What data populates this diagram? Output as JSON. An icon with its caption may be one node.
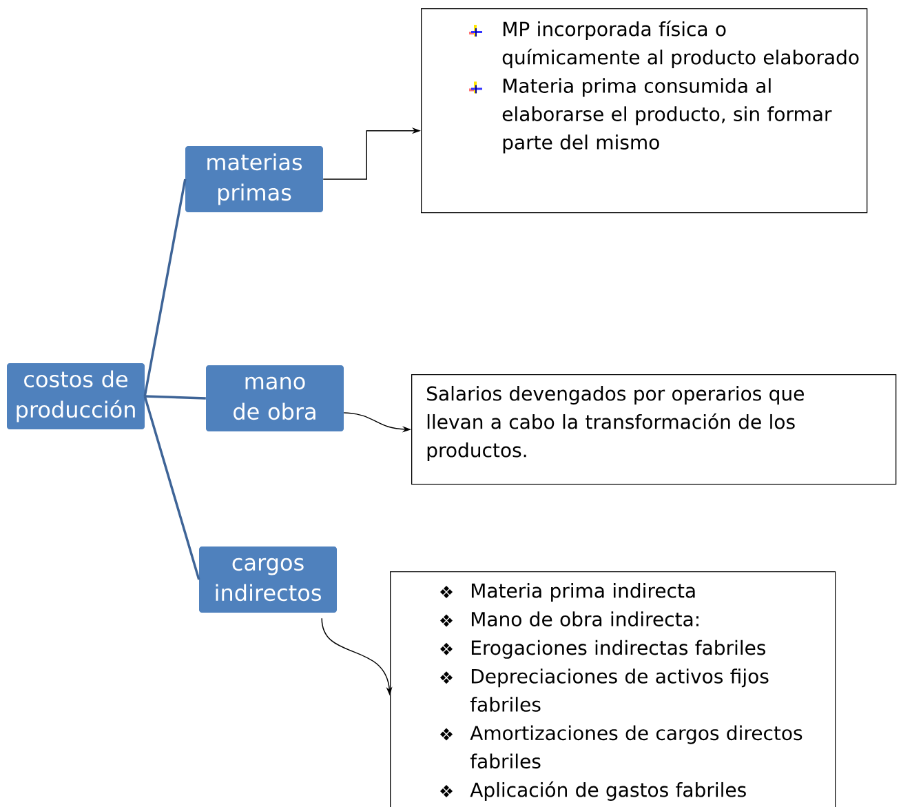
{
  "diagram": {
    "nodes": [
      {
        "text": [
          "costos de producción"
        ]
      },
      {
        "text": [
          "materias primas"
        ]
      },
      {
        "text": [
          "mano de obra"
        ]
      },
      {
        "text": [
          "cargos indirectos"
        ]
      },
      {
        "text": [
          "MP incorporada física o químicamente al producto elaborado",
          "Materia prima consumida al elaborarse el producto, sin formar parte del mismo"
        ]
      },
      {
        "text": [
          "Salarios devengados por operarios que llevan a cabo la transformación de los productos."
        ]
      },
      {
        "text": [
          "Materia prima indirecta",
          "Mano de obra indirecta:",
          "Erogaciones indirectas fabriles",
          "Depreciaciones de activos fijos fabriles",
          "Amortizaciones de cargos directos fabriles",
          "Aplicación de gastos fabriles"
        ]
      }
    ],
    "edges": [
      {
        "from": 0,
        "to": 1,
        "arrow": "none",
        "style": "thick",
        "color": "#3e6497"
      },
      {
        "from": 0,
        "to": 2,
        "arrow": "none",
        "style": "thick",
        "color": "#3e6497"
      },
      {
        "from": 0,
        "to": 3,
        "arrow": "none",
        "style": "thick",
        "color": "#3e6497"
      },
      {
        "from": 1,
        "to": 4,
        "arrow": "to",
        "color": "#000000"
      },
      {
        "from": 2,
        "to": 5,
        "arrow": "to",
        "color": "#000000"
      },
      {
        "from": 3,
        "to": 6,
        "arrow": "to",
        "color": "#000000"
      }
    ]
  }
}
